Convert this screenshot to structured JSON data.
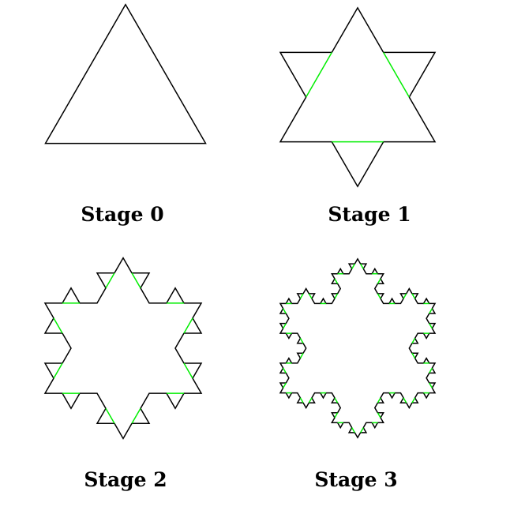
{
  "stages": [
    {
      "label": "Stage 0",
      "iterations": 0
    },
    {
      "label": "Stage 1",
      "iterations": 1
    },
    {
      "label": "Stage 2",
      "iterations": 2
    },
    {
      "label": "Stage 3",
      "iterations": 3
    }
  ],
  "colors": {
    "outline": "#000000",
    "highlight": "#00ee00",
    "background": "#ffffff"
  }
}
